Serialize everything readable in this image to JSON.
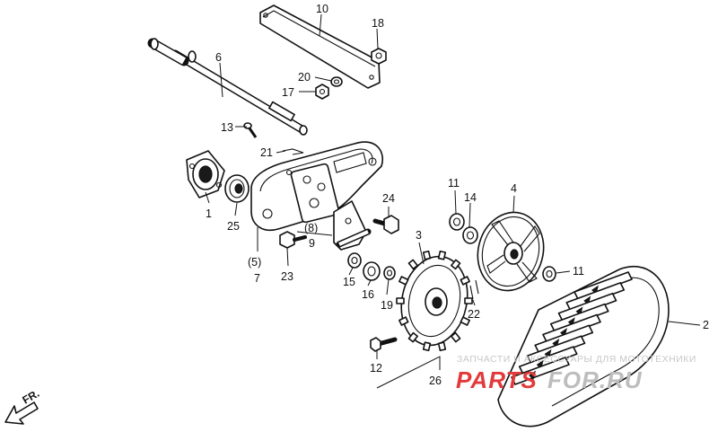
{
  "labels": {
    "n1": "1",
    "n2": "2",
    "n3": "3",
    "n4": "4",
    "p5": "(5)",
    "n6": "6",
    "n7": "7",
    "p8": "(8)",
    "n9": "9",
    "n10": "10",
    "n11a": "11",
    "n11b": "11",
    "n12": "12",
    "n13": "13",
    "n14": "14",
    "n15": "15",
    "n16": "16",
    "n17": "17",
    "n18": "18",
    "n19": "19",
    "n20": "20",
    "n21": "21",
    "n22": "22",
    "n23": "23",
    "n24": "24",
    "n25": "25",
    "n26": "26"
  },
  "direction": "FR.",
  "watermark": {
    "line1": "ЗАПЧАСТИ И АКСЕССУАРЫ ДЛЯ МОТОТЕХНИКИ",
    "brand_red": "PARTS",
    "brand_gray": "FOR.RU",
    "red_color": "#e23a3a",
    "gray_color": "#bdbdbd"
  }
}
